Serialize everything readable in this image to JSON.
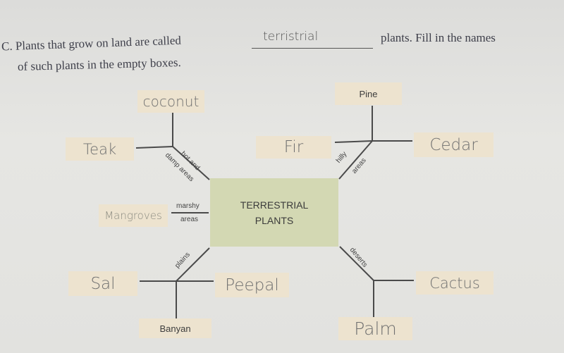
{
  "question": {
    "label": "C.",
    "line1_before": "Plants that grow on land are called",
    "answer": "terristrial",
    "line1_after": "plants. Fill in the names",
    "line2": "of such plants in the empty boxes."
  },
  "diagram": {
    "center": [
      "TERRESTRIAL",
      "PLANTS"
    ],
    "habitats": {
      "hot_damp": [
        "hot and",
        "damp areas"
      ],
      "hilly": [
        "hilly",
        "areas"
      ],
      "marshy": [
        "marshy",
        "areas"
      ],
      "plains": "plains",
      "deserts": "deserts"
    },
    "plants": {
      "coconut": "coconut",
      "teak": "Teak",
      "pine": "Pine",
      "fir": "Fir",
      "cedar": "Cedar",
      "mangroves": "Mangroves",
      "sal": "Sal",
      "peepal": "Peepal",
      "banyan": "Banyan",
      "cactus": "Cactus",
      "palm": "Palm"
    }
  }
}
